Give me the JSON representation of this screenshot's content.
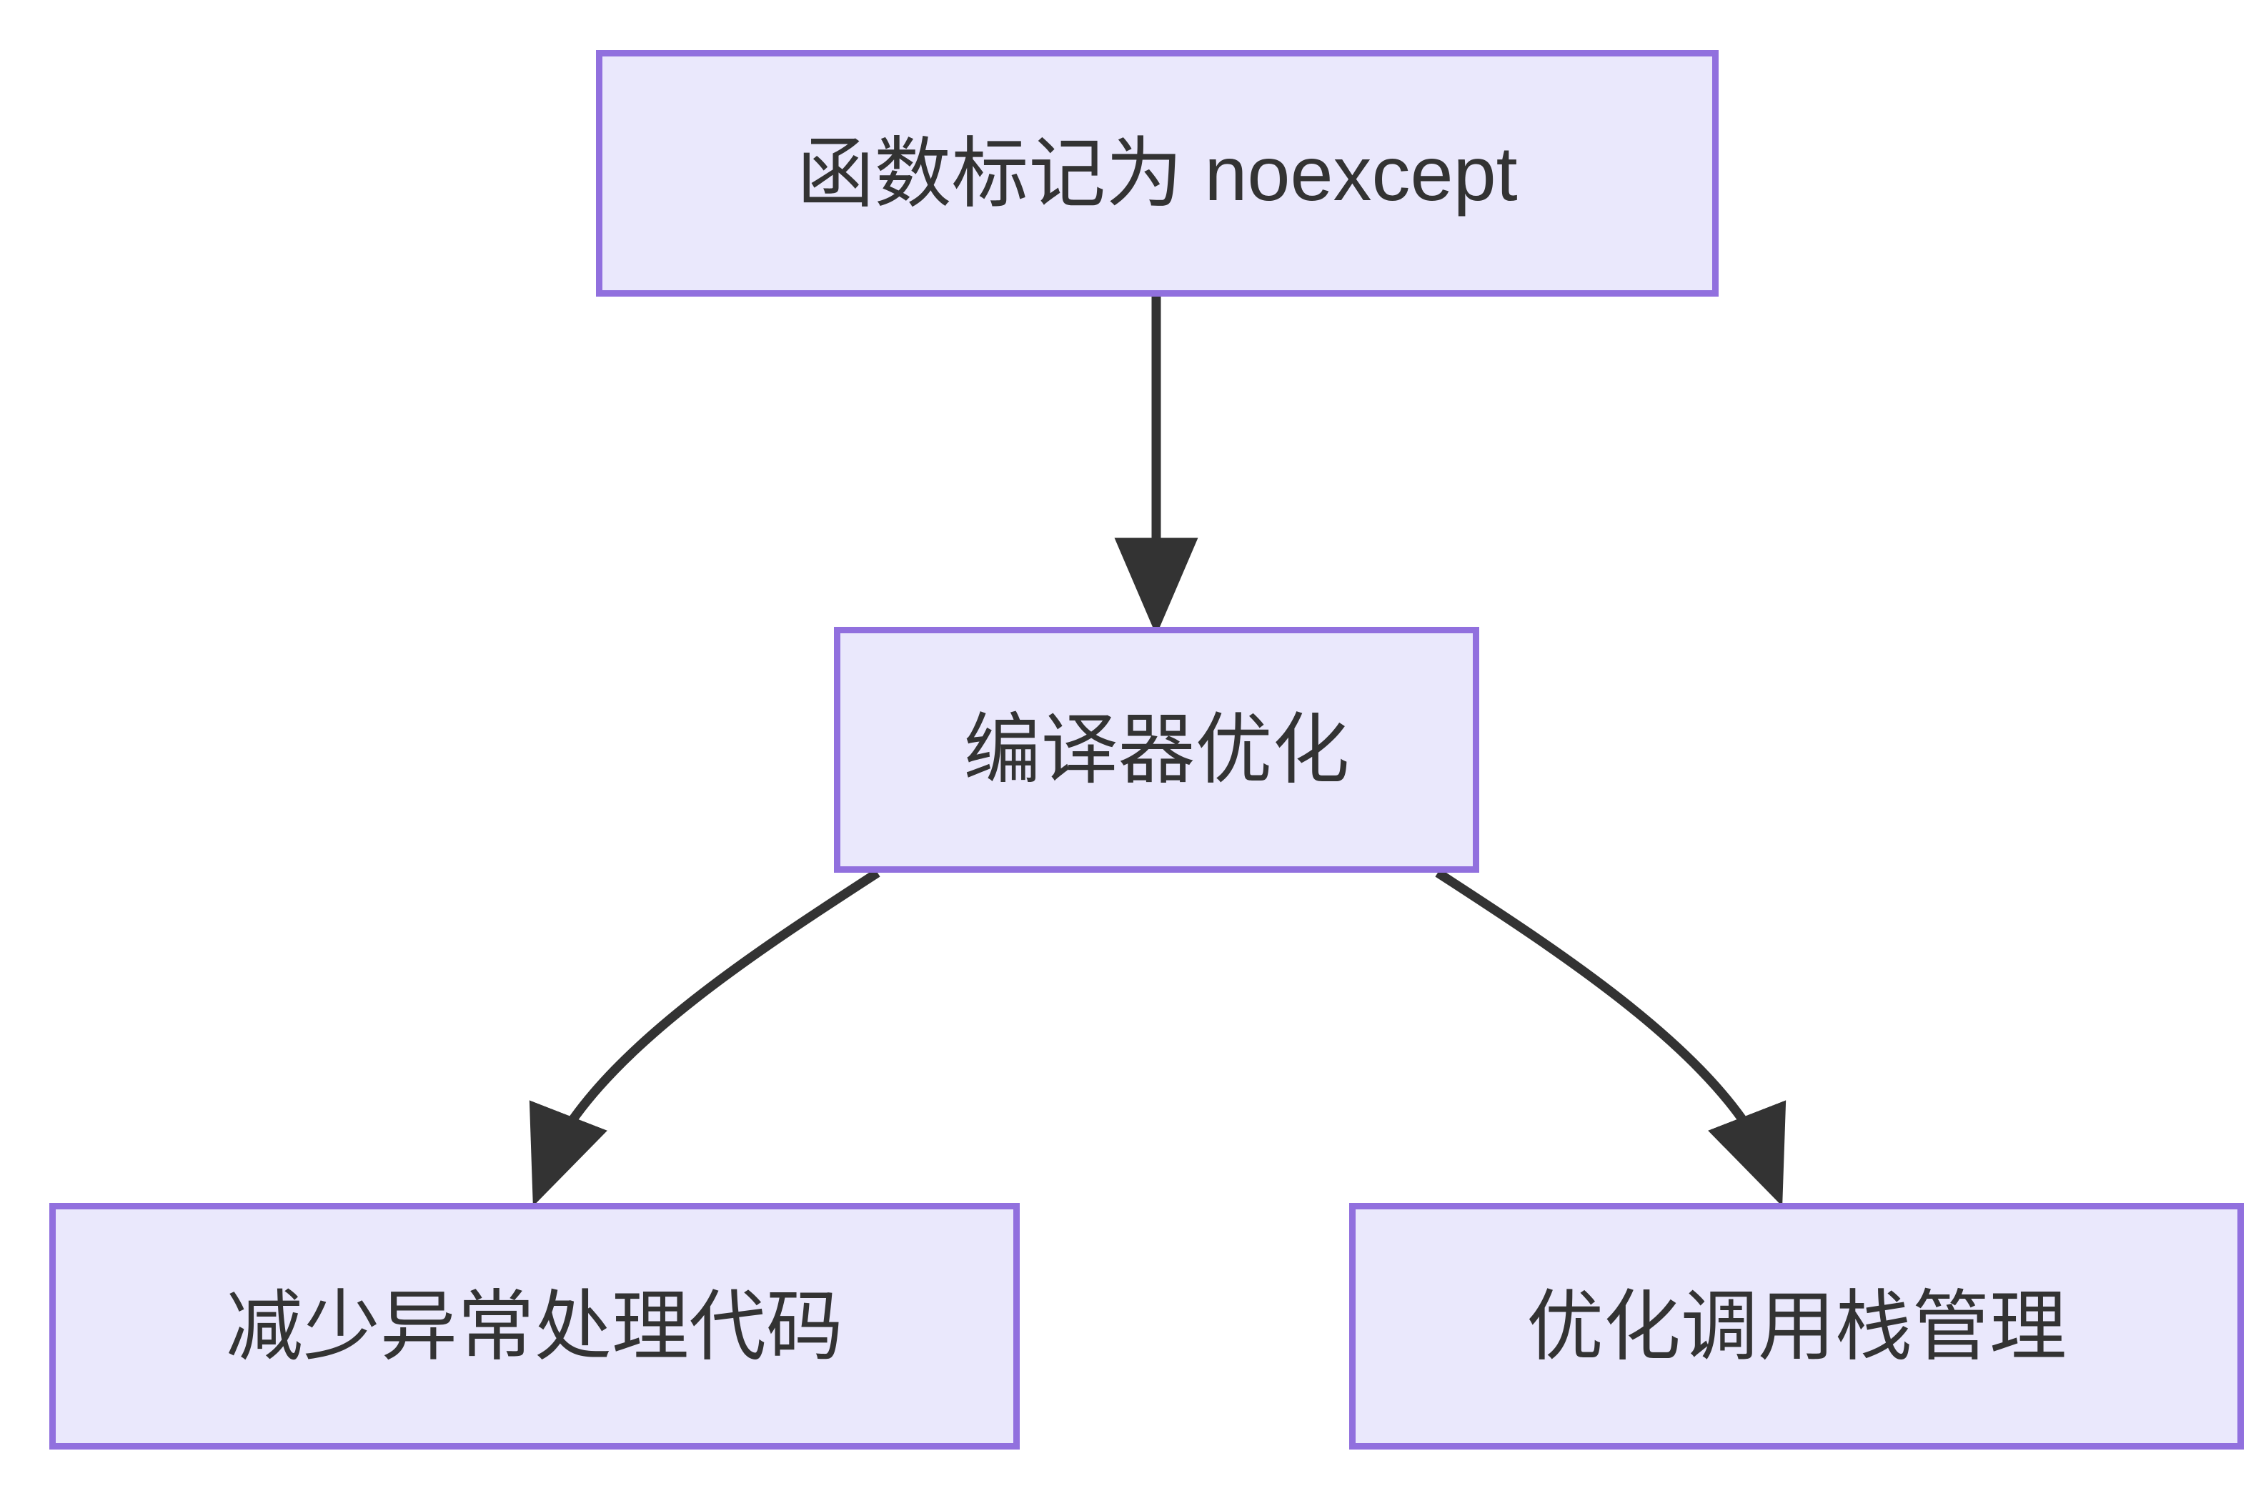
{
  "diagram": {
    "type": "flowchart",
    "direction": "top-down",
    "background_color": "#ffffff",
    "node_fill_color": "#EAE8FC",
    "node_border_color": "#9170DE",
    "node_text_color": "#333333",
    "edge_color": "#333333",
    "nodes": [
      {
        "id": "root",
        "label": "函数标记为 noexcept"
      },
      {
        "id": "opt",
        "label": "编译器优化"
      },
      {
        "id": "left",
        "label": "减少异常处理代码"
      },
      {
        "id": "right",
        "label": "优化调用栈管理"
      }
    ],
    "edges": [
      {
        "from": "root",
        "to": "opt",
        "style": "straight-arrow",
        "label": ""
      },
      {
        "from": "opt",
        "to": "left",
        "style": "curved-arrow",
        "label": ""
      },
      {
        "from": "opt",
        "to": "right",
        "style": "curved-arrow",
        "label": ""
      }
    ]
  }
}
